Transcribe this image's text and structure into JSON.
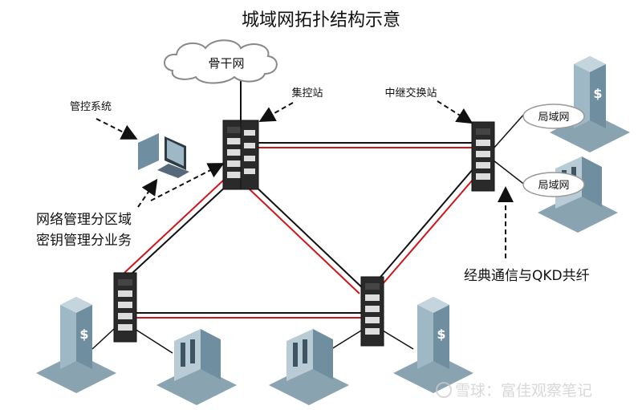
{
  "title": "城域网拓扑结构示意",
  "labels": {
    "backbone": "骨干网",
    "control_station": "集控站",
    "relay_station": "中继交换站",
    "management_system": "管控系统",
    "network_mgmt": "网络管理分区域",
    "key_mgmt": "密钥管理分业务",
    "lan_1": "局域网",
    "lan_2": "局域网",
    "shared_fiber": "经典通信与QKD共纤"
  },
  "watermark": "雪球：富佳观察笔记",
  "colors": {
    "classical_link": "#111111",
    "qkd_link": "#d0161b",
    "rack": "#2a2a2a",
    "building": "#6f8fa0"
  }
}
